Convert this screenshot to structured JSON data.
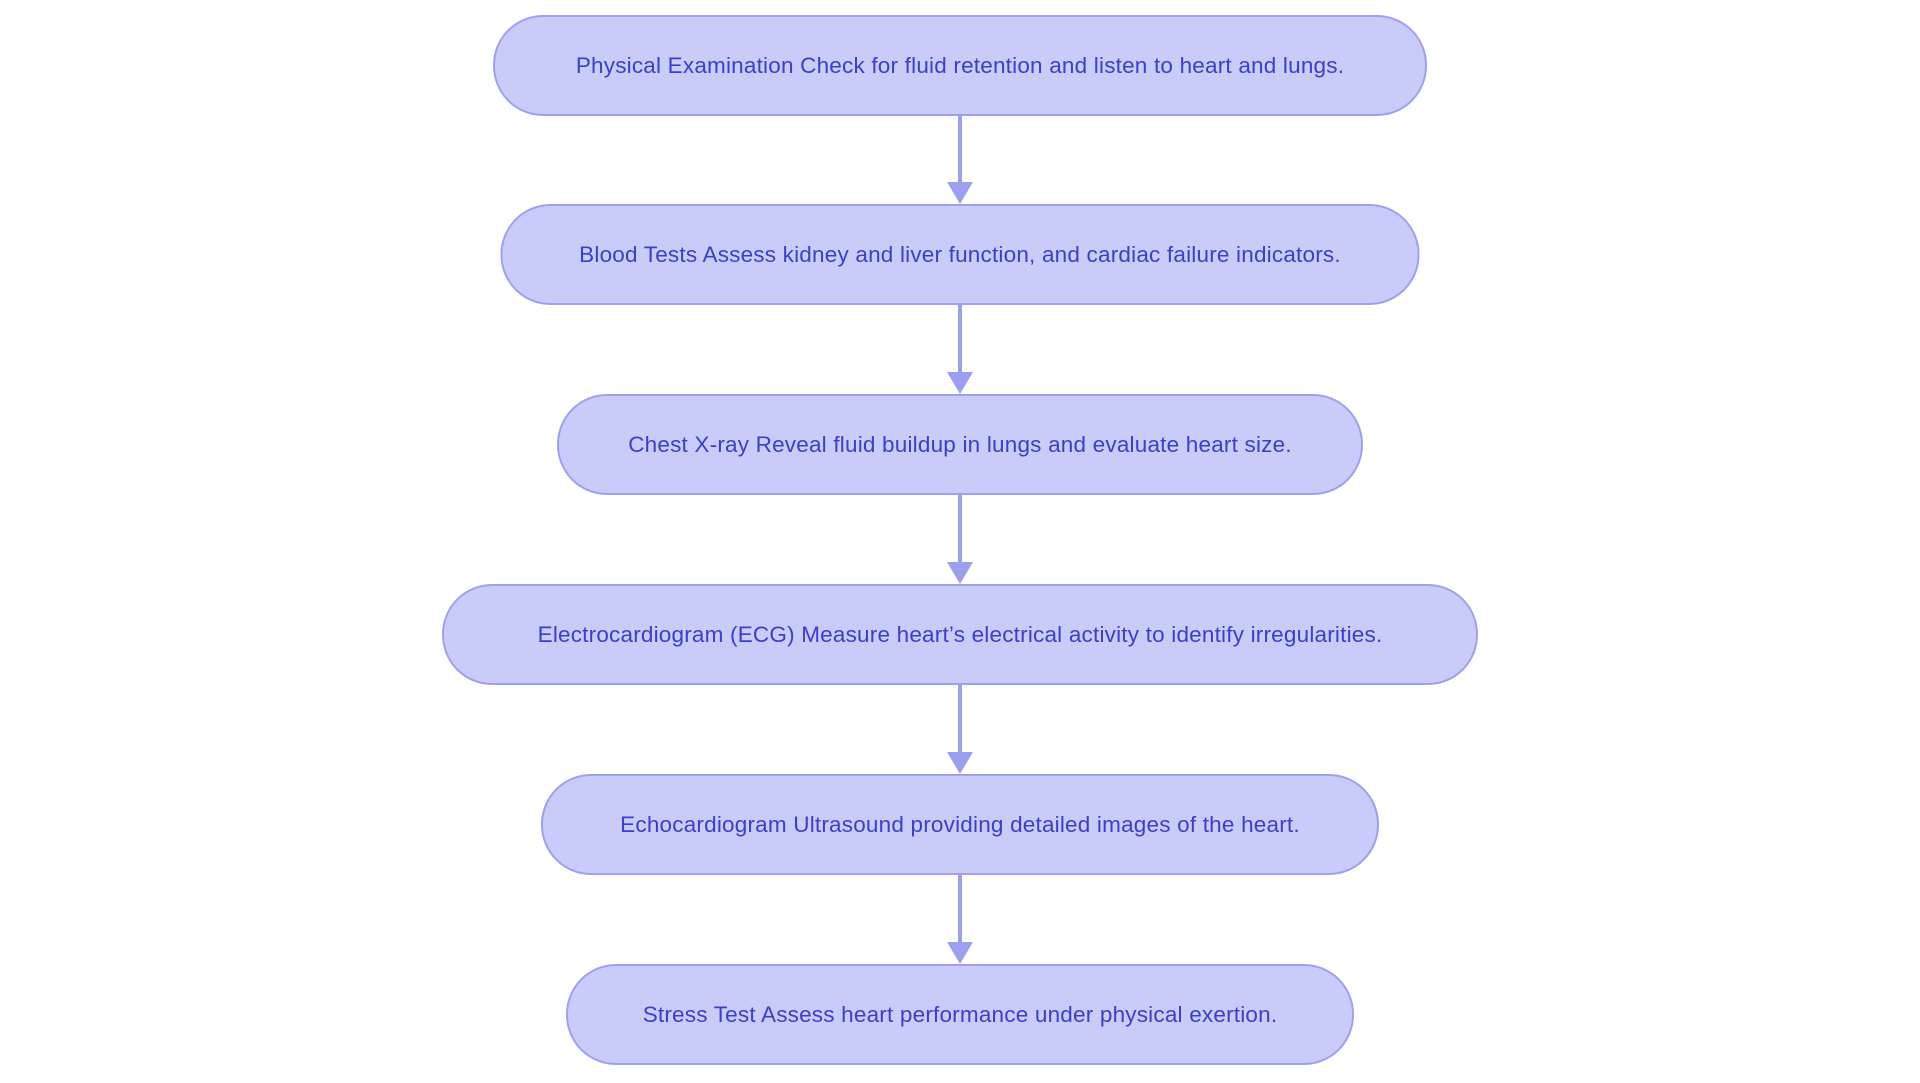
{
  "diagram": {
    "type": "flowchart",
    "direction": "top-down",
    "title": "",
    "nodes": [
      {
        "id": "physical-examination",
        "label": "Physical Examination Check for fluid retention and listen to heart and lungs."
      },
      {
        "id": "blood-tests",
        "label": "Blood Tests Assess kidney and liver function, and cardiac failure indicators."
      },
      {
        "id": "chest-x-ray",
        "label": "Chest X-ray Reveal fluid buildup in lungs and evaluate heart size."
      },
      {
        "id": "electrocardiogram-ecg",
        "label": "Electrocardiogram (ECG) Measure heart’s electrical activity to identify irregularities."
      },
      {
        "id": "echocardiogram",
        "label": "Echocardiogram Ultrasound providing detailed images of the heart."
      },
      {
        "id": "stress-test",
        "label": "Stress Test Assess heart performance under physical exertion."
      }
    ],
    "edges": [
      {
        "from": "physical-examination",
        "to": "blood-tests"
      },
      {
        "from": "blood-tests",
        "to": "chest-x-ray"
      },
      {
        "from": "chest-x-ray",
        "to": "electrocardiogram-ecg"
      },
      {
        "from": "electrocardiogram-ecg",
        "to": "echocardiogram"
      },
      {
        "from": "echocardiogram",
        "to": "stress-test"
      }
    ],
    "colors": {
      "background": "#ffffff",
      "node_fill": "#c9cbf8",
      "node_border": "#9da1ef",
      "node_text": "#3b41c7",
      "arrow": "#9aa0ee"
    }
  }
}
